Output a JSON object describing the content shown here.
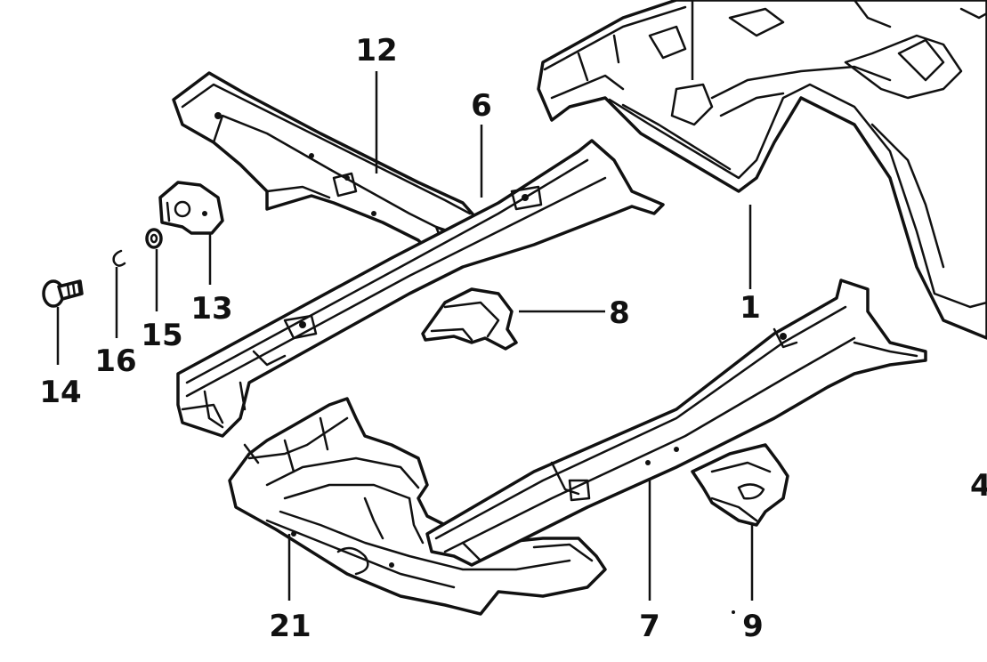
{
  "diagram": {
    "callouts": [
      {
        "id": "12",
        "text": "12"
      },
      {
        "id": "6",
        "text": "6"
      },
      {
        "id": "1",
        "text": "1"
      },
      {
        "id": "8",
        "text": "8"
      },
      {
        "id": "13",
        "text": "13"
      },
      {
        "id": "15",
        "text": "15"
      },
      {
        "id": "16",
        "text": "16"
      },
      {
        "id": "14",
        "text": "14"
      },
      {
        "id": "21",
        "text": "21"
      },
      {
        "id": "7",
        "text": "7"
      },
      {
        "id": "9",
        "text": "9"
      },
      {
        "id": "4",
        "text": "4"
      }
    ]
  }
}
